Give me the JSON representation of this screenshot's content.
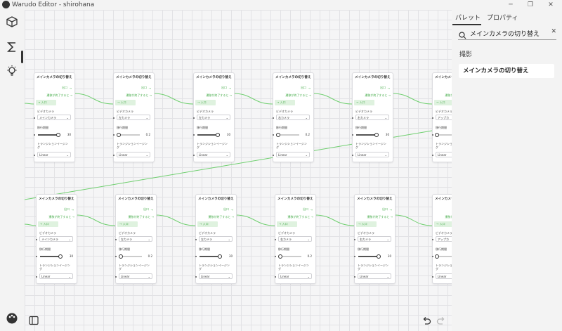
{
  "window": {
    "title": "Warudo Editor - shirohana"
  },
  "controls": {
    "minimize": "─",
    "maximize": "❐",
    "close": "✕"
  },
  "panel": {
    "tabs": [
      "パレット",
      "プロパティ"
    ],
    "search_value": "メインカメラの切り替え",
    "section": "撮影",
    "result": "メインカメラの切り替え"
  },
  "node_text": {
    "title": "メインカメラの切り替え",
    "out1": "出口",
    "exec": "遷移が終了すると",
    "in": "入口",
    "camera_label": "ビデオカメラ",
    "time_label": "移行期間",
    "easing_label": "トランジションイージング",
    "easing_value": "Linear"
  },
  "nodes": [
    {
      "camera": "メインカメラ",
      "time": "30",
      "slider": 0.88
    },
    {
      "camera": "左カメラ",
      "time": "0.2",
      "slider": 0.02
    },
    {
      "camera": "左カメラ",
      "time": "30",
      "slider": 0.88
    },
    {
      "camera": "右カメラ",
      "time": "0.2",
      "slider": 0.02
    },
    {
      "camera": "右カメラ",
      "time": "30",
      "slider": 0.88
    },
    {
      "camera": "アップカ",
      "time": "",
      "slider": 0
    },
    {
      "camera": "メインカメラ",
      "time": "30",
      "slider": 0.88
    },
    {
      "camera": "左カメラ",
      "time": "0.2",
      "slider": 0.02
    },
    {
      "camera": "左カメラ",
      "time": "30",
      "slider": 0.88
    },
    {
      "camera": "右カメラ",
      "time": "0.2",
      "slider": 0.02
    },
    {
      "camera": "右カメラ",
      "time": "30",
      "slider": 0.88
    },
    {
      "camera": "アップカ",
      "time": "",
      "slider": 0
    }
  ],
  "colors": {
    "wire": "#6fcf6f",
    "accent": "#4caf50"
  }
}
